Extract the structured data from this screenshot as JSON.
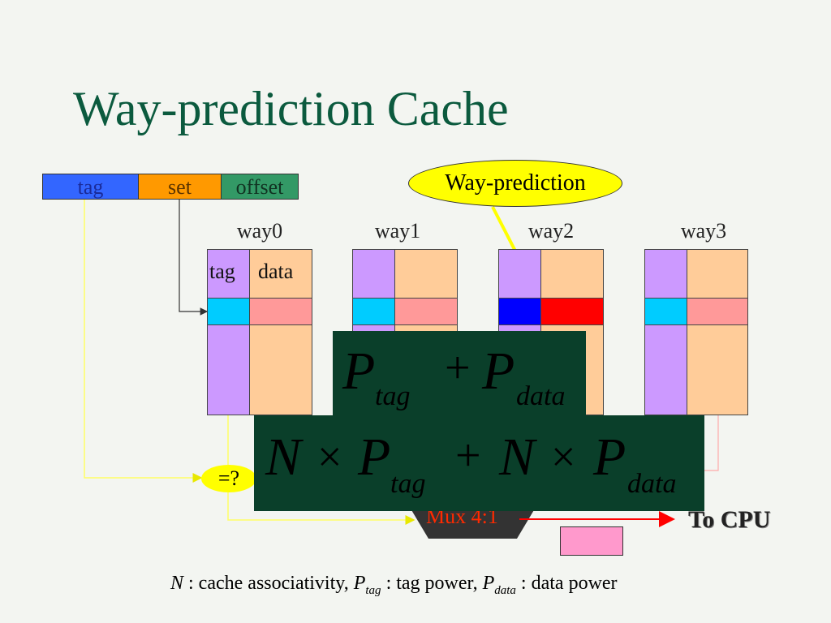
{
  "title": "Way-prediction Cache",
  "address": {
    "tag": "tag",
    "set": "set",
    "offset": "offset"
  },
  "ways": [
    "way0",
    "way1",
    "way2",
    "way3"
  ],
  "column_labels": {
    "tag": "tag",
    "data": "data"
  },
  "prediction_label": "Way-prediction",
  "comparator_label": "=?",
  "mux_label": "Mux 4:1",
  "output_label": "To CPU",
  "equation_predicted": {
    "p": "P",
    "tag_sub": "tag",
    "plus": "+",
    "p2": "P",
    "data_sub": "data"
  },
  "equation_conventional": {
    "n": "N",
    "times": "×",
    "p": "P",
    "tag_sub": "tag",
    "plus": "+",
    "n2": "N",
    "times2": "×",
    "p2": "P",
    "data_sub": "data"
  },
  "footnote": {
    "n": "N",
    "n_desc": ": cache associativity,",
    "ptag": "P",
    "ptag_sub": "tag",
    "ptag_desc": ": tag power,",
    "pdata": "P",
    "pdata_sub": "data",
    "pdata_desc": ": data power"
  },
  "colors": {
    "title": "#0b5a3e",
    "tag_field": "#3366ff",
    "set_field": "#ff9900",
    "offset_field": "#339966",
    "tag_column": "#cc99ff",
    "data_column": "#ffcc99",
    "tag_row": "#00ccff",
    "data_row": "#ff9999",
    "predicted_tag_row": "#0000ff",
    "predicted_data_row": "#ff0000",
    "bubble": "#ffff00",
    "equation_box": "#0a3f2a"
  }
}
